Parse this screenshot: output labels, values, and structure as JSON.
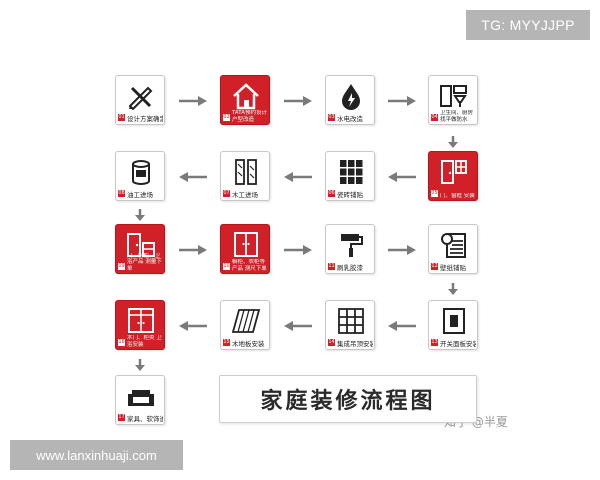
{
  "watermarks": {
    "top": "TG: MYYJJPP",
    "bottom": "www.lanxinhuaji.com",
    "zhihu": "知乎 @半夏"
  },
  "title": "家庭装修流程图",
  "steps": [
    {
      "num": "01",
      "label": "设计方案确定",
      "icon": "pencil-ruler-icon",
      "style": "white"
    },
    {
      "num": "02",
      "label": "TATA预约设计 户型改造",
      "icon": "house-icon",
      "style": "red"
    },
    {
      "num": "03",
      "label": "水电改造",
      "icon": "water-electric-icon",
      "style": "white"
    },
    {
      "num": "04",
      "label": "卫生间、厨房 找平做防水",
      "icon": "bathroom-icon",
      "style": "white"
    },
    {
      "num": "05",
      "label": "门、窗框 安装",
      "icon": "door-window-icon",
      "style": "red"
    },
    {
      "num": "06",
      "label": "瓷砖铺贴",
      "icon": "tiles-icon",
      "style": "white"
    },
    {
      "num": "07",
      "label": "木工进场",
      "icon": "wood-icon",
      "style": "white"
    },
    {
      "num": "08",
      "label": "油工进场",
      "icon": "paint-can-icon",
      "style": "white"
    },
    {
      "num": "09",
      "label": "门、厨柜、卫浴产品 测量下单",
      "icon": "cabinet-icon",
      "style": "red"
    },
    {
      "num": "10",
      "label": "橱柜、衣柜等产品 测尺下单",
      "icon": "wardrobe-icon",
      "style": "red"
    },
    {
      "num": "11",
      "label": "刷乳胶漆",
      "icon": "paint-roller-icon",
      "style": "white"
    },
    {
      "num": "12",
      "label": "壁纸铺贴",
      "icon": "wallpaper-icon",
      "style": "white"
    },
    {
      "num": "13",
      "label": "开关面板安装",
      "icon": "switch-icon",
      "style": "white"
    },
    {
      "num": "14",
      "label": "集成吊顶安装",
      "icon": "ceiling-grid-icon",
      "style": "white"
    },
    {
      "num": "15",
      "label": "木地板安装",
      "icon": "wood-floor-icon",
      "style": "white"
    },
    {
      "num": "16",
      "label": "木门、柜类 卫浴安装",
      "icon": "closet-icon",
      "style": "red"
    },
    {
      "num": "17",
      "label": "家具、软饰进场",
      "icon": "sofa-icon",
      "style": "white"
    }
  ],
  "colors": {
    "accent_red": "#d12027",
    "arrow_gray": "#7a7a7a",
    "border_gray": "#c8c8c8"
  }
}
